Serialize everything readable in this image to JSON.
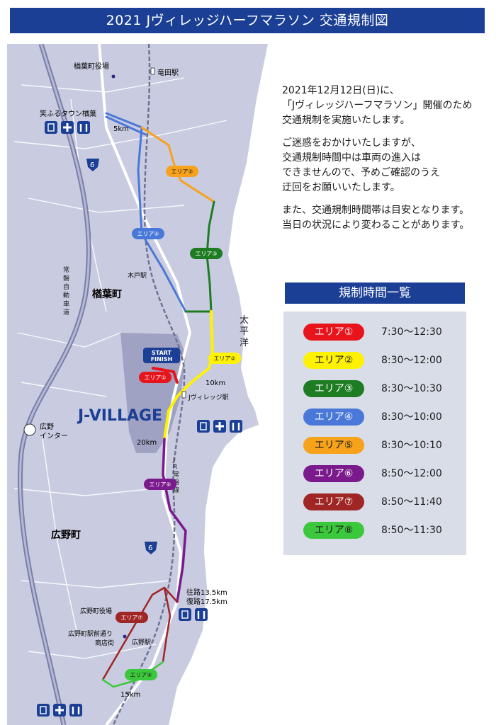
{
  "header": {
    "title": "2021 Jヴィレッジハーフマラソン 交通規制図"
  },
  "intro": {
    "p1": [
      "2021年12月12日(日)に、",
      "「Jヴィレッジハーフマラソン」開催のため",
      "交通規制を実施いたします。"
    ],
    "p2": [
      "ご迷惑をおかけいたしますが、",
      "交通規制時間中は車両の進入は",
      "できませんので、予めご確認のうえ",
      "迂回をお願いいたします。"
    ],
    "p3": [
      "また、交通規制時間帯は目安となります。",
      "当日の状況により変わることがあります。"
    ]
  },
  "timetable": {
    "title": "規制時間一覧",
    "rows": [
      {
        "area": "エリア①",
        "time": "7:30〜12:30",
        "color": "#e8141c",
        "text_color": "#ffffff"
      },
      {
        "area": "エリア②",
        "time": "8:30〜12:00",
        "color": "#fff200",
        "text_color": "#1a1a1a"
      },
      {
        "area": "エリア③",
        "time": "8:30〜10:30",
        "color": "#1e7d22",
        "text_color": "#ffffff"
      },
      {
        "area": "エリア④",
        "time": "8:30〜10:00",
        "color": "#4a78d8",
        "text_color": "#ffffff"
      },
      {
        "area": "エリア⑤",
        "time": "8:30〜10:10",
        "color": "#f7a21b",
        "text_color": "#1a1a1a"
      },
      {
        "area": "エリア⑥",
        "time": "8:50〜12:00",
        "color": "#7a1a8c",
        "text_color": "#ffffff"
      },
      {
        "area": "エリア⑦",
        "time": "8:50〜11:40",
        "color": "#a02525",
        "text_color": "#ffffff"
      },
      {
        "area": "エリア⑧",
        "time": "8:50〜11:30",
        "color": "#3cc83c",
        "text_color": "#1a1a1a"
      }
    ]
  },
  "map": {
    "place_naraha_office": "楢葉町役場",
    "place_tatsuta_station": "竜田駅",
    "place_shoufuru_town": "笑ふるタウン楢葉",
    "place_kido_station": "木戸駅",
    "place_naraha_town": "楢葉町",
    "place_jvillage_station": "Jヴィレッジ駅",
    "place_jvillage": "J-VILLAGE",
    "place_hirono_ic_1": "広野",
    "place_hirono_ic_2": "インター",
    "place_hirono_town": "広野町",
    "place_hirono_office": "広野町役場",
    "place_hirono_shop_1": "広野町駅前通り",
    "place_hirono_shop_2": "商店街",
    "place_hirono_station": "広野駅",
    "place_pacific_1": "太",
    "place_pacific_2": "平",
    "place_pacific_3": "洋",
    "expressway_chars": [
      "常",
      "磐",
      "自",
      "動",
      "車",
      "道"
    ],
    "jr_chars": [
      "J",
      "R",
      "常",
      "磐",
      "線"
    ],
    "route_number": "6",
    "start_label_1": "START",
    "start_label_2": "FINISH",
    "km_5": "5km",
    "km_10": "10km",
    "km_15": "15km",
    "km_20": "20km",
    "turn_label_1": "往路13.5km",
    "turn_label_2": "復路17.5km",
    "areas": {
      "a1": "エリア①",
      "a2": "エリア②",
      "a3": "エリア③",
      "a4": "エリア④",
      "a5": "エリア⑤",
      "a6": "エリア⑥",
      "a7": "エリア⑦",
      "a8": "エリア⑧"
    },
    "colors": {
      "land": "#c9cbe0",
      "sea": "#e8e9f3",
      "road": "#ffffff",
      "rail": "#8a8ca8",
      "expressway": "#7a7fa8"
    }
  }
}
